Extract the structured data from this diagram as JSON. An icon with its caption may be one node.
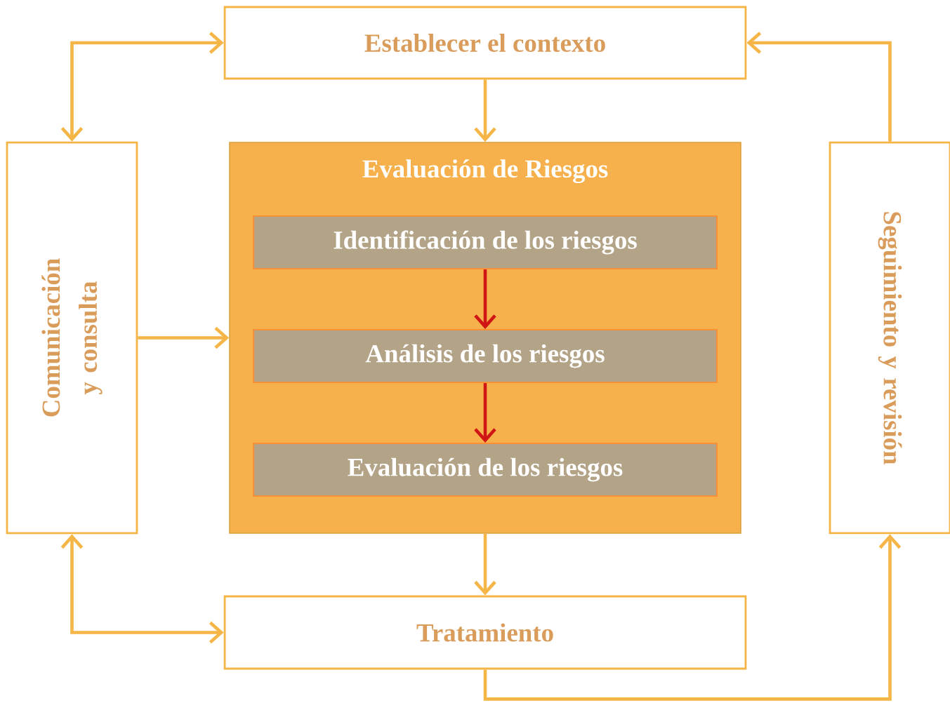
{
  "diagram": {
    "nodes": [
      {
        "text": [
          "Establecer el contexto"
        ]
      },
      {
        "text": [
          "Comunicación y consulta"
        ]
      },
      {
        "text": [
          "Evaluación de Riesgos"
        ]
      },
      {
        "text": [
          "Identificación de los riesgos"
        ],
        "in": 2
      },
      {
        "text": [
          "Análisis de los riesgos"
        ],
        "in": 2
      },
      {
        "text": [
          "Evaluación de los riesgos"
        ],
        "in": 2
      },
      {
        "text": [
          "Seguimiento y revisión"
        ]
      },
      {
        "text": [
          "Tratamiento"
        ]
      }
    ],
    "edges": [
      {
        "from": 1,
        "to": 0,
        "arrow": "both"
      },
      {
        "from": 0,
        "to": 2,
        "arrow": "to"
      },
      {
        "from": 1,
        "to": 2,
        "arrow": "to"
      },
      {
        "from": 1,
        "to": 7,
        "arrow": "both"
      },
      {
        "from": 2,
        "to": 7,
        "arrow": "to"
      },
      {
        "from": 7,
        "to": 6,
        "arrow": "to"
      },
      {
        "from": 6,
        "to": 0,
        "arrow": "to"
      },
      {
        "from": 3,
        "to": 4,
        "arrow": "to",
        "color": "#d01515"
      },
      {
        "from": 4,
        "to": 5,
        "arrow": "to",
        "color": "#d01515"
      }
    ]
  }
}
